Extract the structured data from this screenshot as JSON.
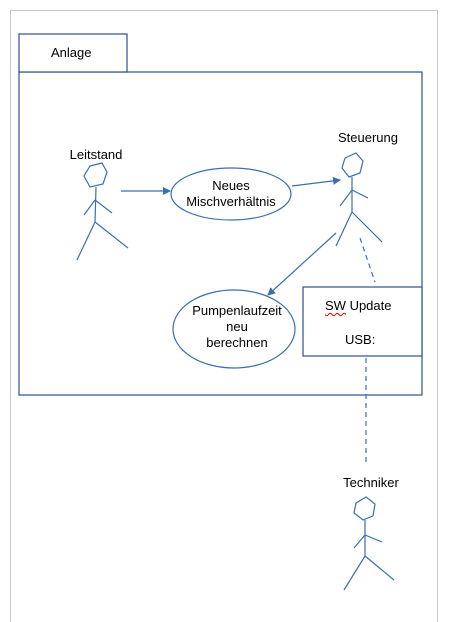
{
  "diagram": {
    "system_name": "Anlage",
    "actors": {
      "leitstand": "Leitstand",
      "steuerung": "Steuerung",
      "techniker": "Techniker"
    },
    "use_cases": {
      "mischverhaeltnis": [
        "Neues",
        "Mischverhältnis"
      ],
      "pumpenlaufzeit": [
        "Pumpenlaufzeit",
        "neu",
        "berechnen"
      ]
    },
    "note": {
      "line1_abbr": "SW",
      "line1_rest": " Update",
      "line2": "USB:"
    },
    "colors": {
      "frame": "#2e4f8c",
      "arrow": "#3a6fb0",
      "sheet_border": "#c8c8c8",
      "spelling_mark": "#d00000"
    }
  }
}
